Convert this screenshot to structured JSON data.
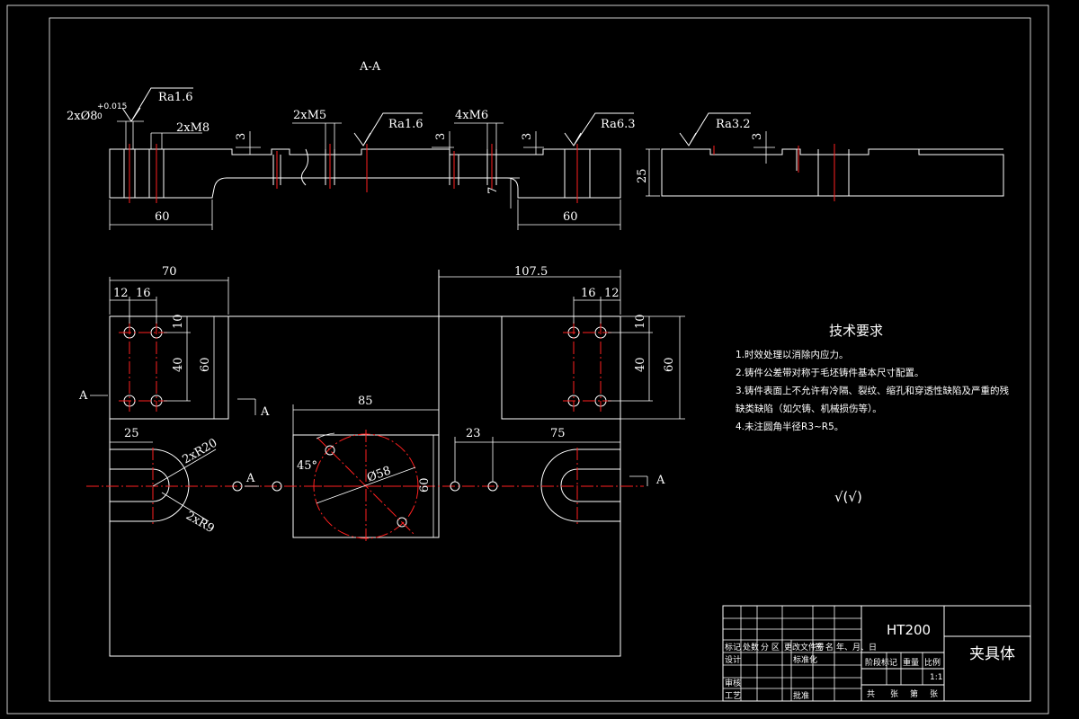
{
  "drawing": {
    "section_label": "A-A",
    "dimensions": {
      "top_left_60": "60",
      "top_right_60": "60",
      "top_25": "25",
      "top_3a": "3",
      "top_3b": "3",
      "top_3c": "3",
      "top_3d": "3",
      "top_7": "7",
      "plan_70": "70",
      "plan_12a": "12",
      "plan_16a": "16",
      "plan_10a": "10",
      "plan_40a": "40",
      "plan_60a": "60",
      "plan_1075": "107.5",
      "plan_16b": "16",
      "plan_12b": "12",
      "plan_10b": "10",
      "plan_40b": "40",
      "plan_60b": "60",
      "plan_85": "85",
      "plan_25": "25",
      "plan_23": "23",
      "plan_75": "75",
      "plan_45": "45°",
      "plan_d58": "Ø58",
      "plan_60c": "60",
      "plan_r20": "2xR20",
      "plan_r9": "2xR9"
    },
    "callouts": {
      "hole_h8": "2xØ8",
      "hole_h8_tol_upper": "+0.015",
      "hole_h8_tol_lower": "0",
      "thread_m8": "2xM8",
      "thread_m5": "2xM5",
      "thread_m6": "4xM6"
    },
    "roughness": {
      "ra16a": "Ra1.6",
      "ra16b": "Ra1.6",
      "ra63": "Ra6.3",
      "ra32": "Ra3.2",
      "general": "√(√)"
    },
    "section_marks": {
      "a1": "A",
      "a2": "A",
      "a3": "A",
      "a4": "A"
    }
  },
  "tech_requirements": {
    "title": "技术要求",
    "items": [
      "1.时效处理以消除内应力。",
      "2.铸件公差带对称于毛坯铸件基本尺寸配置。",
      "3.铸件表面上不允许有冷隔、裂纹、缩孔和穿透性缺陷及严重的残",
      "缺类缺陷（如欠铸、机械损伤等）。",
      "4.未注圆角半径R3~R5。"
    ]
  },
  "title_block": {
    "material": "HT200",
    "part_name": "夹具体",
    "scale": "1:1",
    "cells": {
      "mark": "标记",
      "count": "处数",
      "zone": "分 区",
      "doc_no": "更改文件号",
      "sign": "签 名",
      "date": "年、月、日",
      "design": "设计",
      "standard": "标准化",
      "stage_mark": "阶段标记",
      "weight": "重量",
      "ratio": "比例",
      "review": "审核",
      "process": "工艺",
      "approve": "批准",
      "total": "共",
      "sheets": "张",
      "page": "第",
      "sheet2": "张"
    }
  }
}
